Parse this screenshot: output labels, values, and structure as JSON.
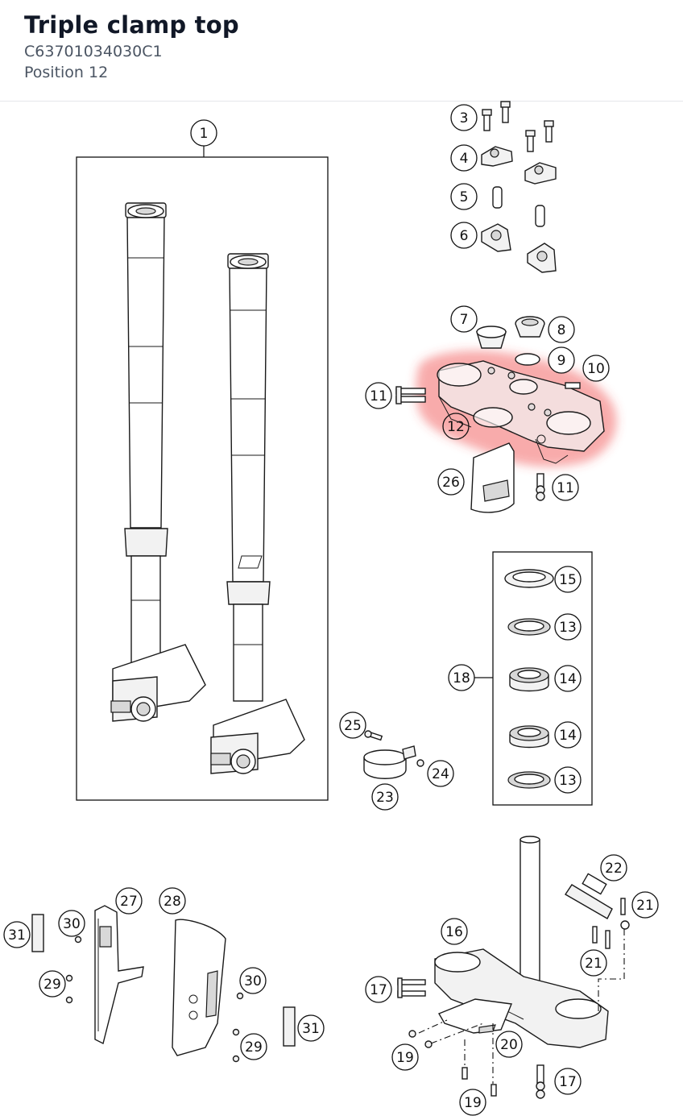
{
  "header": {
    "title": "Triple clamp top",
    "part_number": "C63701034030C1",
    "position": "Position 12"
  },
  "highlight": {
    "callout": "12",
    "color": "#ef4444"
  },
  "callouts": {
    "c1": "1",
    "c3": "3",
    "c4": "4",
    "c5": "5",
    "c6": "6",
    "c7": "7",
    "c8": "8",
    "c9": "9",
    "c10": "10",
    "c11a": "11",
    "c12": "12",
    "c26": "26",
    "c11b": "11",
    "c15": "15",
    "c13a": "13",
    "c18": "18",
    "c14a": "14",
    "c14b": "14",
    "c13b": "13",
    "c25": "25",
    "c24": "24",
    "c23": "23",
    "c27": "27",
    "c28": "28",
    "c30a": "30",
    "c31a": "31",
    "c29a": "29",
    "c30b": "30",
    "c29b": "29",
    "c31b": "31",
    "c22": "22",
    "c21a": "21",
    "c21b": "21",
    "c16": "16",
    "c17a": "17",
    "c20": "20",
    "c19a": "19",
    "c17b": "17",
    "c19b": "19"
  }
}
